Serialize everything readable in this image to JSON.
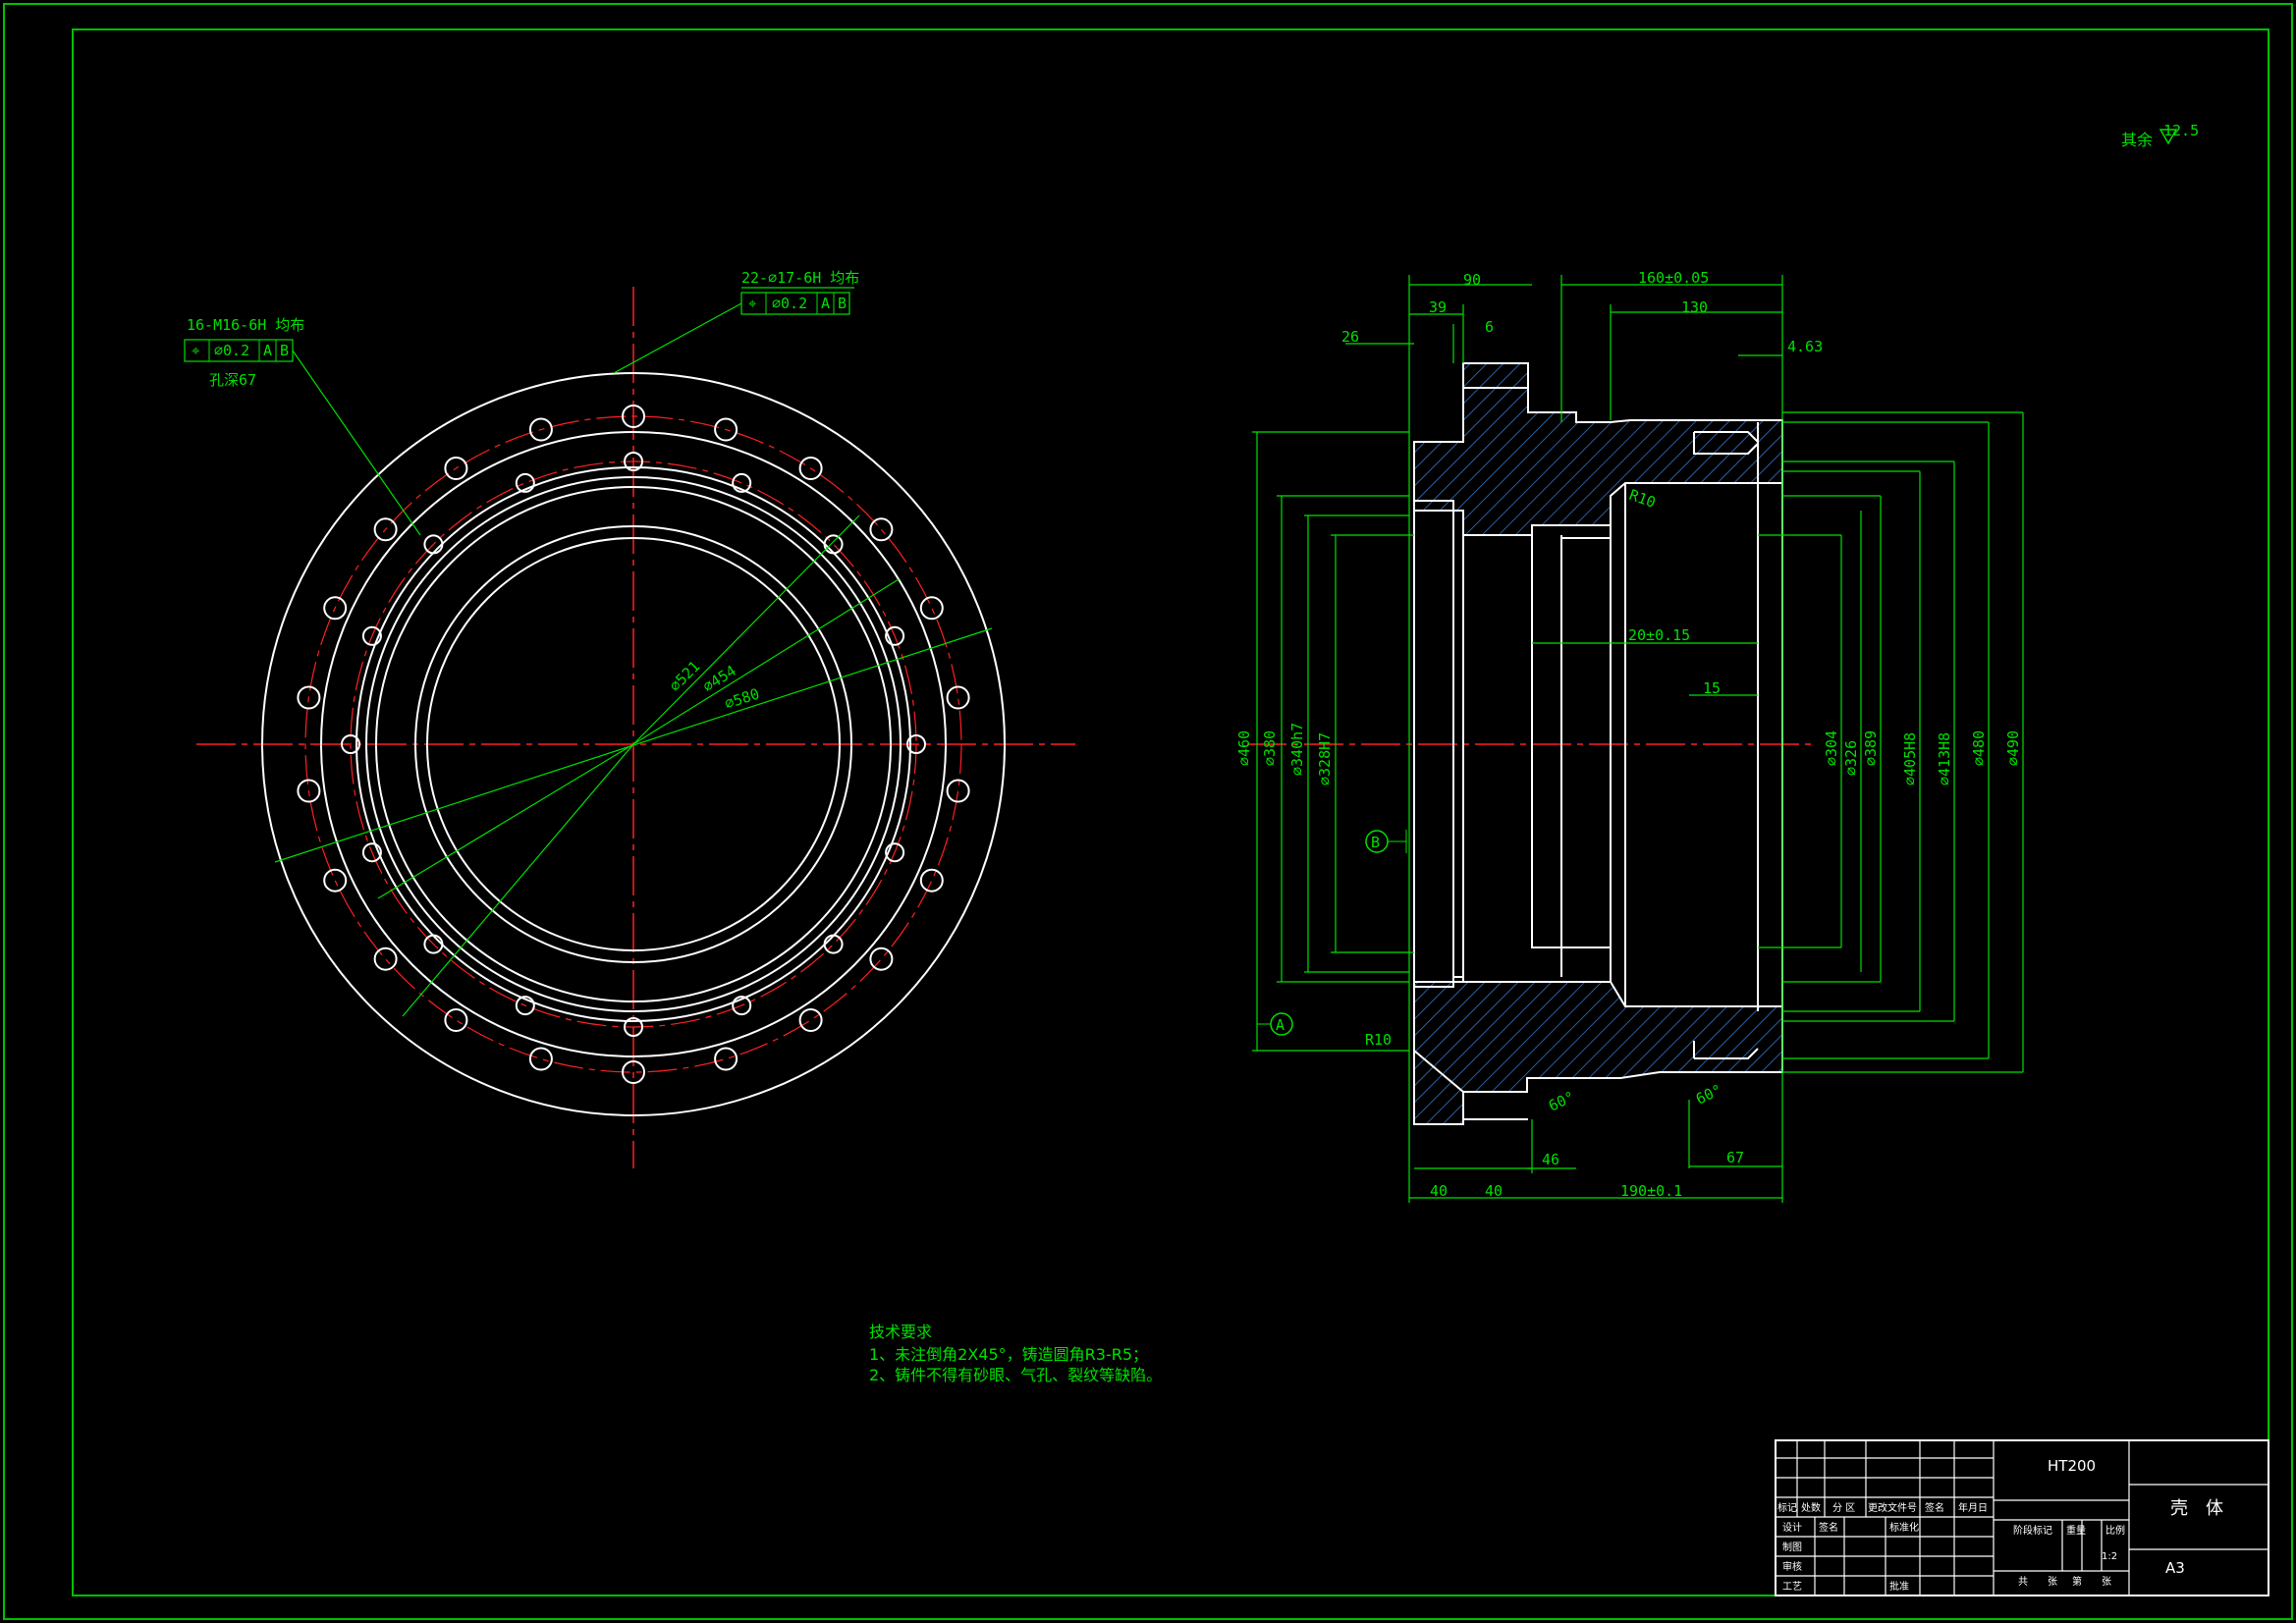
{
  "drawing": {
    "surface_roughness_note": "其余",
    "surface_roughness_value": "12.5",
    "colors": {
      "background": "#000000",
      "outline": "#ffffff",
      "dimension": "#00e000",
      "centerline": "#ff2020",
      "hatch": "#3a7bd5",
      "border": "#00c000"
    }
  },
  "front_view": {
    "callouts": {
      "tapped_holes": "16-M16-6H 均布",
      "tapped_holes_tolerance": [
        "⌖",
        "∅0.2",
        "A",
        "B"
      ],
      "tapped_depth": "孔深67",
      "through_holes": "22-∅17-6H 均布",
      "through_holes_tolerance": [
        "⌖",
        "∅0.2",
        "A",
        "B"
      ]
    },
    "diameters": [
      "∅521",
      "∅454",
      "∅580"
    ]
  },
  "section_view": {
    "top_dims": [
      "90",
      "39",
      "6",
      "26",
      "160±0.05",
      "130",
      "4.63"
    ],
    "bottom_dims": [
      "40",
      "40",
      "46",
      "190±0.1",
      "67"
    ],
    "inner_dims": [
      "20±0.15",
      "15",
      "R10",
      "R10",
      "60°",
      "60°"
    ],
    "left_diameters": [
      "∅460",
      "∅380",
      "∅340h7",
      "∅328H7"
    ],
    "right_diameters": [
      "∅304",
      "∅326",
      "∅389",
      "∅405H8",
      "∅413H8",
      "∅480",
      "∅490"
    ],
    "datums": [
      "A",
      "B"
    ]
  },
  "technical_requirements": {
    "title": "技术要求",
    "items": [
      "1、未注倒角2X45°，铸造圆角R3-R5；",
      "2、铸件不得有砂眼、气孔、裂纹等缺陷。"
    ]
  },
  "title_block": {
    "material": "HT200",
    "part_name": "壳　体",
    "sheet_size": "A3",
    "scale": "1:2",
    "header_labels": [
      "标记",
      "处数",
      "分 区",
      "更改文件号",
      "签名",
      "年月日"
    ],
    "role_labels": [
      "设计",
      "制图",
      "审核",
      "工艺"
    ],
    "role_marks": [
      "签名",
      "标准化",
      "批准"
    ],
    "approval_labels": [
      "阶段标记",
      "重量",
      "比例"
    ],
    "sheet_labels": [
      "共",
      "张",
      "第",
      "张"
    ]
  }
}
